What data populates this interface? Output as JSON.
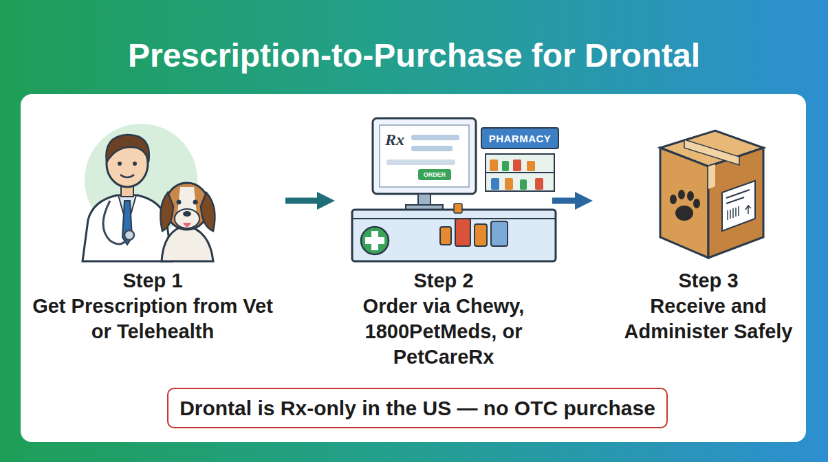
{
  "diagram": {
    "title": "Prescription-to-Purchase for Drontal",
    "nodes": [
      {
        "text": [
          "Step 1",
          "Get Prescription from Vet or Telehealth"
        ]
      },
      {
        "text": [
          "Step 2",
          "Order via Chewy, 1800PetMeds, or PetCareRx"
        ]
      },
      {
        "text": [
          "Step 3",
          "Receive and Administer Safely"
        ]
      },
      {
        "text": [
          "Drontal is Rx-only in the US — no OTC purchase"
        ]
      }
    ],
    "edges": [
      {
        "from": 0,
        "to": 1,
        "arrow": "to"
      },
      {
        "from": 1,
        "to": 2,
        "arrow": "to"
      }
    ],
    "labels": [
      "Rx",
      "ORDER",
      "PHARMACY"
    ]
  }
}
